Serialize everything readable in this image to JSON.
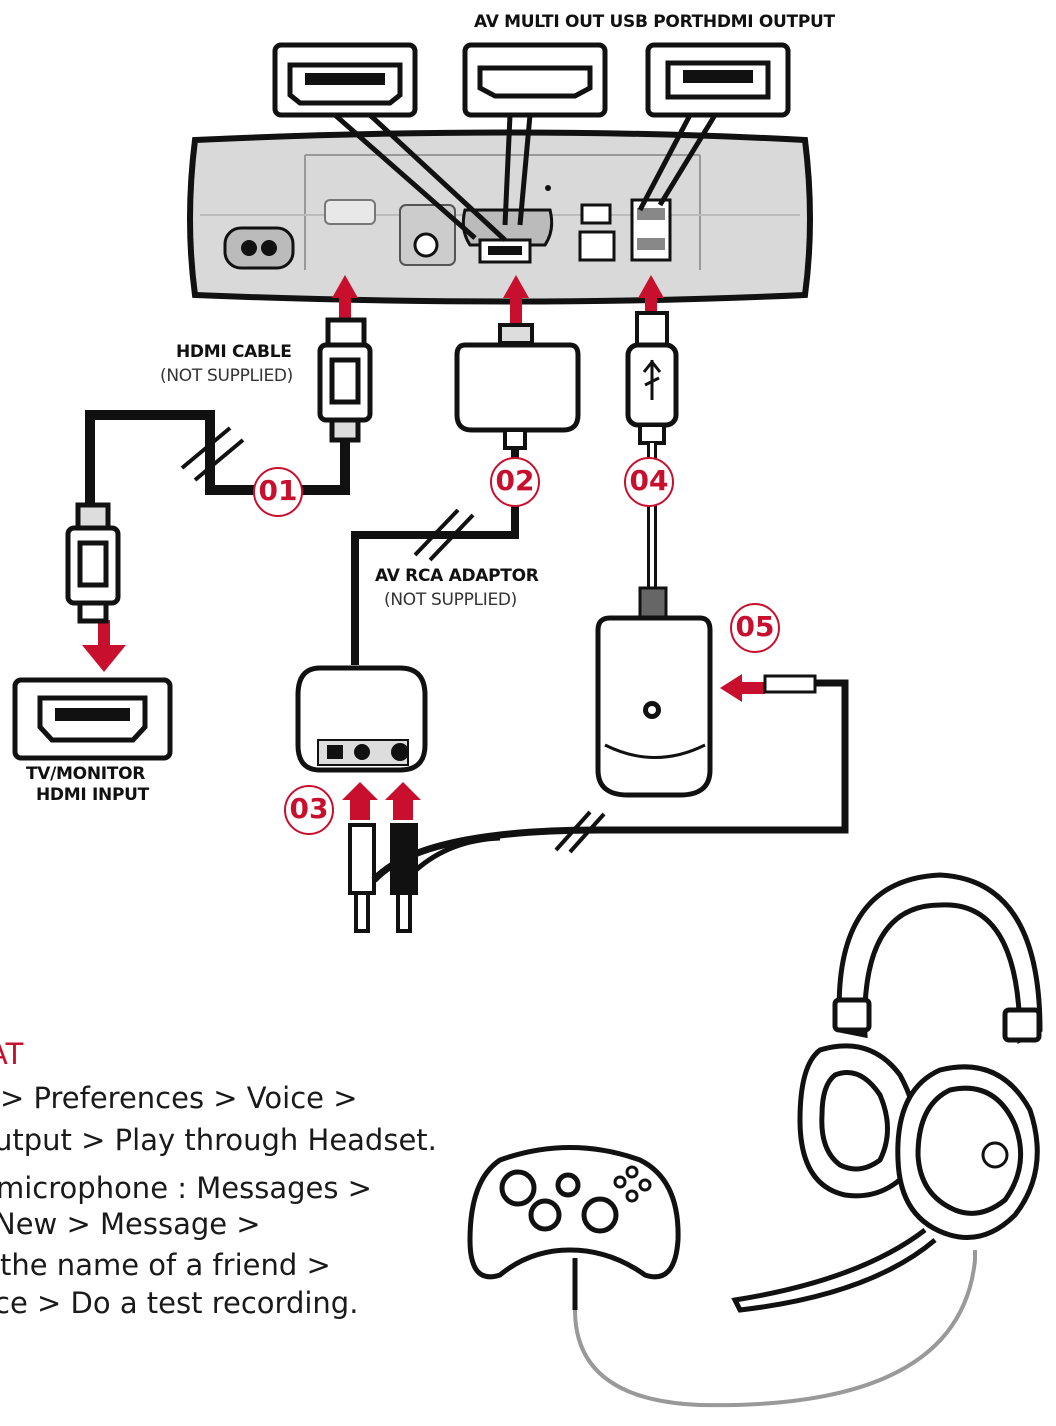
{
  "labels": {
    "top_ports": "AV MULTI OUT USB PORTHDMI OUTPUT",
    "hdmi_cable": "HDMI CABLE",
    "hdmi_cable_note": "(NOT SUPPLIED)",
    "av_rca": "AV RCA ADAPTOR",
    "av_rca_note": "(NOT SUPPLIED)",
    "tv_line1": "TV/MONITOR",
    "tv_line2": "HDMI INPUT"
  },
  "steps": [
    "01",
    "02",
    "03",
    "04",
    "05"
  ],
  "instructions": {
    "heading": "AT",
    "lines": [
      "> Preferences > Voice >",
      "utput > Play through Headset.",
      "microphone : Messages >",
      "New > Message >",
      "the name of a friend >",
      "ce > Do a test recording."
    ]
  },
  "colors": {
    "accent": "#c8102e",
    "ink": "#111111",
    "console": "#d9d9d9"
  }
}
